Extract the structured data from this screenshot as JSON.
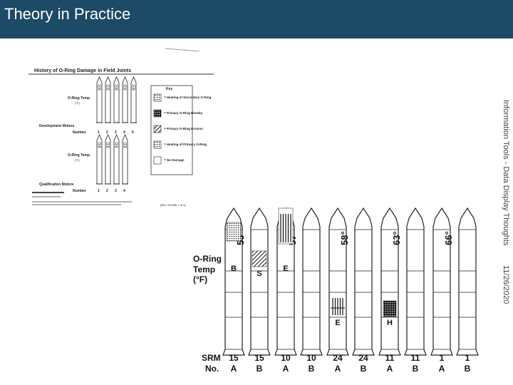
{
  "header": {
    "title": "Theory in Practice"
  },
  "sidebar": {
    "footer_title": "Information Tools - Data Display Thoughts",
    "footer_date": "11/26/2020"
  },
  "small_doc": {
    "title": "History of O-Ring Damage in Field Joints",
    "row_label_temp_top": "O-Ring Temp",
    "row_label_temp_top_unit": "(°F)",
    "row_label_dev_motors": "Development Motors",
    "row_label_number": "Number",
    "row_label_temp_mid": "O-Ring Temp",
    "row_label_temp_mid_unit": "(°F)",
    "row_label_qual_motors": "Qualification Motors",
    "row_label_number_2": "Number",
    "dev_numbers": [
      "1",
      "2",
      "3",
      "4",
      "5"
    ],
    "qual_numbers": [
      "1",
      "2",
      "3",
      "4"
    ],
    "key_title": "Key",
    "key_items": [
      "= Heating of Secondary O-Ring",
      "= Primary O-Ring Blowby",
      "= Primary O-Ring Erosion",
      "= Heating of Primary O-Ring",
      "= No Damage"
    ],
    "ref_label": "(Ref. 2/25/86 1 of 3)"
  },
  "main_figure": {
    "label_oring": "O-Ring",
    "label_temp": "Temp",
    "label_unit": "(°F)",
    "label_srm": "SRM",
    "label_no": "No.",
    "rockets": [
      {
        "temp": "53°",
        "srm": "15",
        "letter": "A",
        "mark_b": "B"
      },
      {
        "temp": "",
        "srm": "15",
        "letter": "B",
        "mark_s": "S"
      },
      {
        "temp": "57°",
        "srm": "10",
        "letter": "A",
        "mark_e": "E"
      },
      {
        "temp": "",
        "srm": "10",
        "letter": "B"
      },
      {
        "temp": "58°",
        "srm": "24",
        "letter": "A",
        "mark_e2": "E"
      },
      {
        "temp": "",
        "srm": "24",
        "letter": "B"
      },
      {
        "temp": "63°",
        "srm": "11",
        "letter": "A",
        "mark_h": "H"
      },
      {
        "temp": "",
        "srm": "11",
        "letter": "B"
      },
      {
        "temp": "66°",
        "srm": "1",
        "letter": "A"
      },
      {
        "temp": "",
        "srm": "1",
        "letter": "B"
      }
    ]
  }
}
